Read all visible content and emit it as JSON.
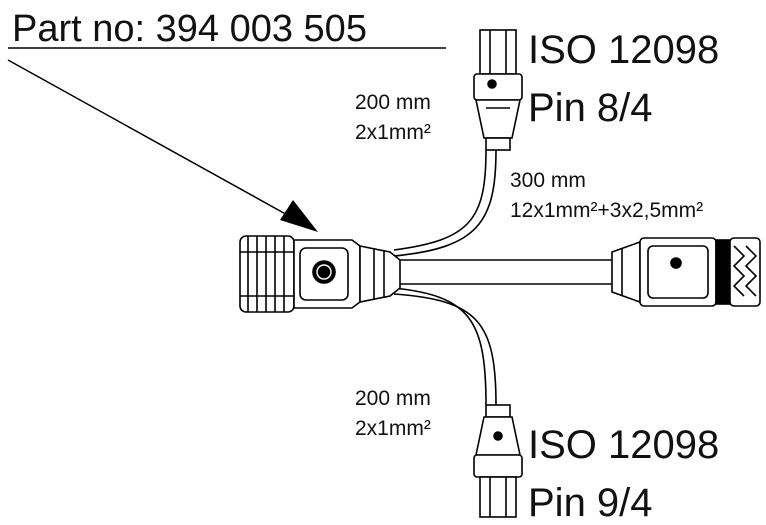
{
  "part_number_label": "Part no: 394 003 505",
  "top_connector": {
    "standard": "ISO 12098",
    "pin": "Pin 8/4",
    "length": "200 mm",
    "cross_section": "2x1mm²"
  },
  "main_cable": {
    "length": "300 mm",
    "cross_section": "12x1mm²+3x2,5mm²"
  },
  "bottom_connector": {
    "standard": "ISO 12098",
    "pin": "Pin 9/4",
    "length": "200 mm",
    "cross_section": "2x1mm²"
  }
}
